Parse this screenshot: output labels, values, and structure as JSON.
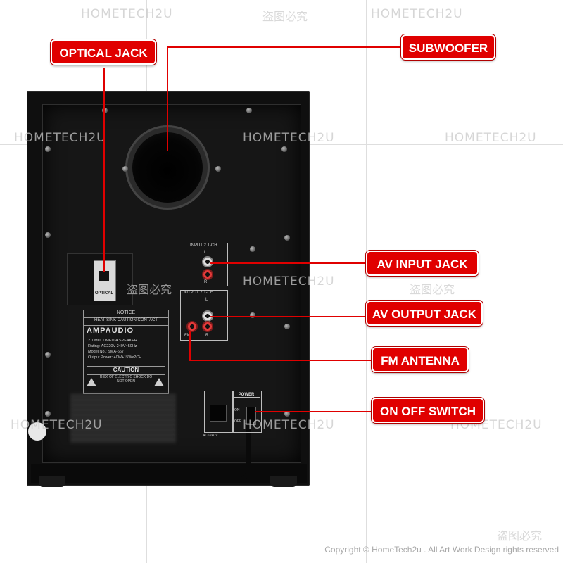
{
  "callouts": {
    "optical_jack": "OPTICAL JACK",
    "subwoofer": "SUBWOOFER",
    "av_input_jack": "AV INPUT JACK",
    "av_output_jack": "AV OUTPUT JACK",
    "fm_antenna": "FM ANTENNA",
    "on_off_switch": "ON OFF SWITCH"
  },
  "watermark": {
    "brand": "HOMETECH2U",
    "chinese": "盗图必究"
  },
  "panel_labels": {
    "optical": "OPTICAL",
    "input": "INPUT 2.1-CH",
    "output": "OUTPUT 2.1-CH",
    "fm": "FM",
    "r": "R",
    "l": "L",
    "power": "POWER",
    "on": "ON",
    "off": "OFF",
    "ac": "AC~",
    "ac_rating": "AC~240V"
  },
  "notice_label": {
    "title": "NOTICE",
    "heat": "HEAT SINK CAUTION CONTACT",
    "brand": "AMPAUDIO",
    "line1": "2.1 MULTIMEDIA SPEAKER",
    "line2": "Rating: AC220V-240V~50Hz",
    "line3": "Model No.: SMA-667",
    "line4": "Output Power: 40W+15Wx2CH",
    "caution": "CAUTION",
    "risk": "RISK OF ELECTRIC SHOCK DO NOT OPEN"
  },
  "copyright": "Copyright © HomeTech2u . All Art Work Design rights reserved",
  "colors": {
    "callout_fill": "#e00000",
    "callout_text": "#ffffff",
    "cabinet": "#0f0f0f"
  }
}
